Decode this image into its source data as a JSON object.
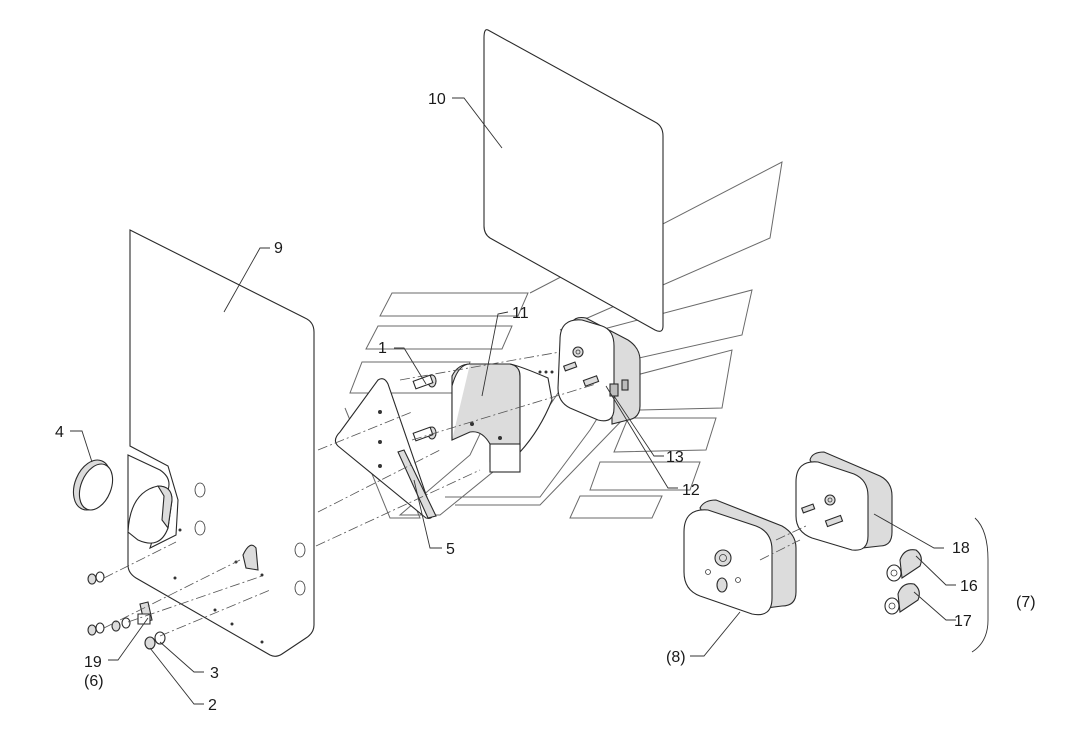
{
  "callouts": {
    "c1": "1",
    "c2": "2",
    "c3": "3",
    "c4": "4",
    "c5": "5",
    "c6": "(6)",
    "c7": "(7)",
    "c8": "(8)",
    "c9": "9",
    "c10": "10",
    "c11": "11",
    "c12": "12",
    "c13": "13",
    "c16": "16",
    "c17": "17",
    "c18": "18",
    "c19": "19"
  },
  "colors": {
    "line": "#2a2a2a",
    "shade": "#dcdcdc",
    "background": "#ffffff"
  }
}
